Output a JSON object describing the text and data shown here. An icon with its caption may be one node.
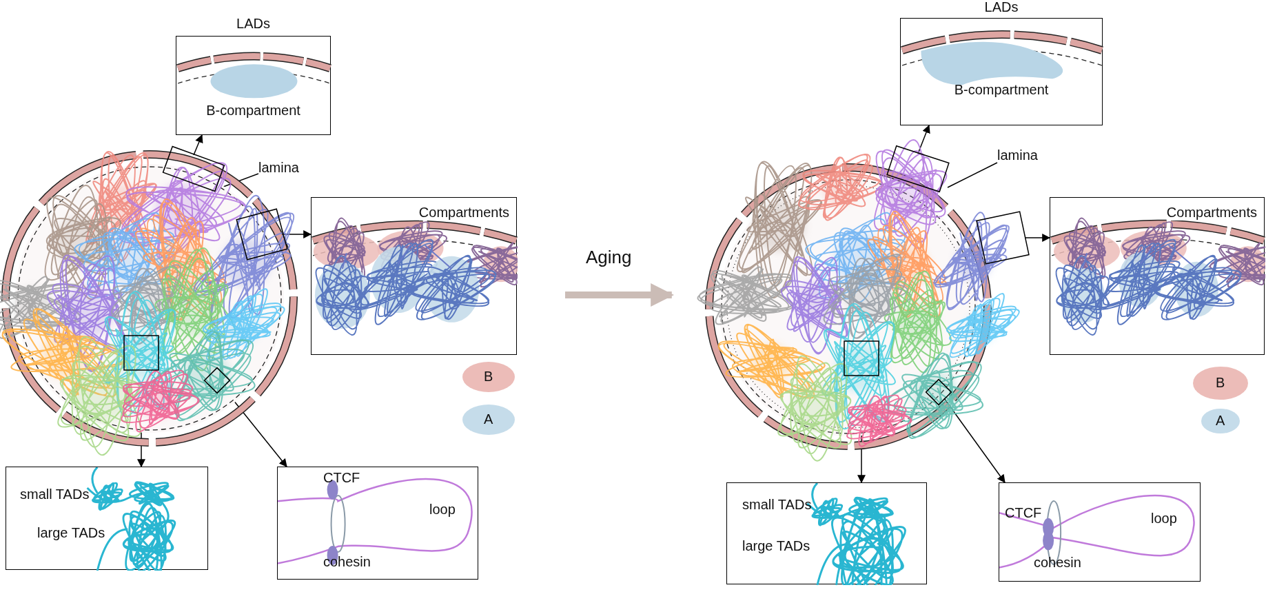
{
  "diagram": {
    "nodes": [
      {
        "text": [],
        "shape": "circle"
      },
      {
        "text": [
          "LADs",
          "B-compartment"
        ]
      },
      {
        "text": [
          "Compartments"
        ]
      },
      {
        "text": [
          "small TADs",
          "large TADs"
        ]
      },
      {
        "text": [
          "CTCF",
          "loop",
          "cohesin"
        ]
      },
      {
        "text": [
          "lamina"
        ]
      },
      {
        "text": [],
        "shape": "circle"
      },
      {
        "text": [
          "LADs",
          "B-compartment"
        ]
      },
      {
        "text": [
          "Compartments"
        ]
      },
      {
        "text": [
          "small TADs",
          "large TADs"
        ]
      },
      {
        "text": [
          "CTCF",
          "loop",
          "cohesin"
        ]
      },
      {
        "text": [
          "lamina"
        ]
      }
    ],
    "edges": [
      {
        "from": 0,
        "to": 1,
        "arrow": "to"
      },
      {
        "from": 0,
        "to": 2,
        "arrow": "to"
      },
      {
        "from": 0,
        "to": 3,
        "arrow": "to"
      },
      {
        "from": 0,
        "to": 4,
        "arrow": "to"
      },
      {
        "from": 5,
        "to": 0,
        "arrow": "none"
      },
      {
        "from": null,
        "to": 6,
        "arrow": "to",
        "label": "Aging",
        "style": "thick",
        "color": "#cbbcb6"
      },
      {
        "from": 6,
        "to": 7,
        "arrow": "to"
      },
      {
        "from": 6,
        "to": 8,
        "arrow": "to"
      },
      {
        "from": 6,
        "to": 9,
        "arrow": "to"
      },
      {
        "from": 6,
        "to": 10,
        "arrow": "to"
      },
      {
        "from": 11,
        "to": 6,
        "arrow": "none"
      }
    ],
    "legend": [
      {
        "text": "B",
        "color": "#ecbcb8"
      },
      {
        "text": "A",
        "color": "#c5dcea"
      },
      {
        "text": "B",
        "color": "#ecbcb8"
      },
      {
        "text": "A",
        "color": "#c5dcea"
      }
    ]
  }
}
